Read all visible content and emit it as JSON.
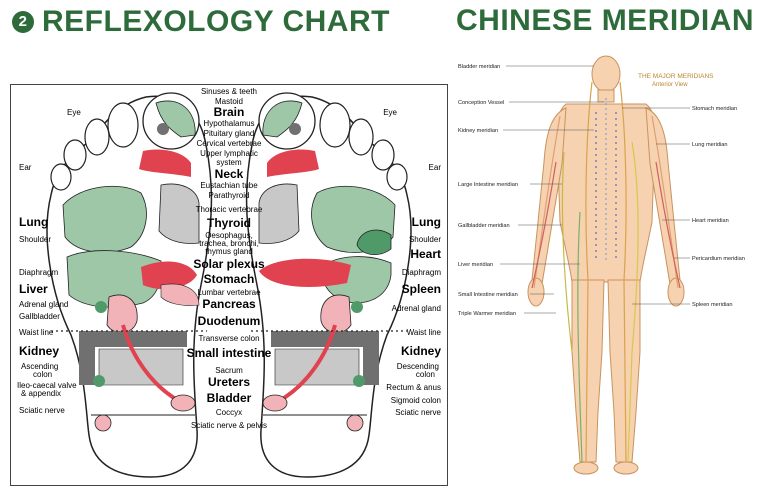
{
  "header": {
    "number": "2",
    "left_title": "REFLEXOLOGY CHART",
    "right_title": "CHINESE MERIDIAN"
  },
  "reflexology": {
    "center_labels": [
      "Sinuses & teeth",
      "Mastoid",
      "Brain",
      "Hypothalamus",
      "Pituitary gland",
      "Cervical vertebrae",
      "Upper lymphatic",
      "system",
      "Neck",
      "Eustachian tube",
      "Parathyroid",
      "Thoracic vertebrae",
      "Thyroid",
      "Oesophagus,",
      "trachea, bronchi,",
      "thymus gland",
      "Solar plexus",
      "Stomach",
      "Lumbar vertebrae",
      "Pancreas",
      "Duodenum",
      "Transverse colon",
      "Small intestine",
      "Sacrum",
      "Ureters",
      "Bladder",
      "Coccyx",
      "Sciatic nerve & pelvis"
    ],
    "left_labels": [
      "Eye",
      "Ear",
      "Lung",
      "Shoulder",
      "Diaphragm",
      "Liver",
      "Adrenal gland",
      "Gallbladder",
      "Waist line",
      "Kidney",
      "Ascending",
      "colon",
      "Ileo-caecal valve",
      "& appendix",
      "Sciatic nerve"
    ],
    "right_labels": [
      "Eye",
      "Ear",
      "Lung",
      "Shoulder",
      "Heart",
      "Diaphragm",
      "Spleen",
      "Adrenal gland",
      "Waist line",
      "Kidney",
      "Descending",
      "colon",
      "Rectum & anus",
      "Sigmoid colon",
      "Sciatic nerve"
    ],
    "colors": {
      "green": "#9ec7a8",
      "dark_green": "#4f9a68",
      "pink": "#f2b3b8",
      "red": "#e0434f",
      "grey": "#c8c8c8",
      "dark_grey": "#707070"
    }
  },
  "meridian": {
    "title_line1": "THE MAJOR MERIDIANS",
    "title_line2": "Anterior View",
    "labels_left": [
      "Bladder meridian",
      "Conception Vessel",
      "Kidney meridian",
      "Large Intestine meridian",
      "Gallbladder meridian",
      "Liver meridian",
      "Small Intestine meridian",
      "Triple Warmer meridian"
    ],
    "labels_right": [
      "Stomach meridian",
      "Lung meridian",
      "Heart meridian",
      "Pericardium meridian",
      "Spleen meridian"
    ],
    "colors": {
      "skin": "#f6d2b0",
      "outline": "#c9935d",
      "accent": "#b8892f"
    }
  }
}
